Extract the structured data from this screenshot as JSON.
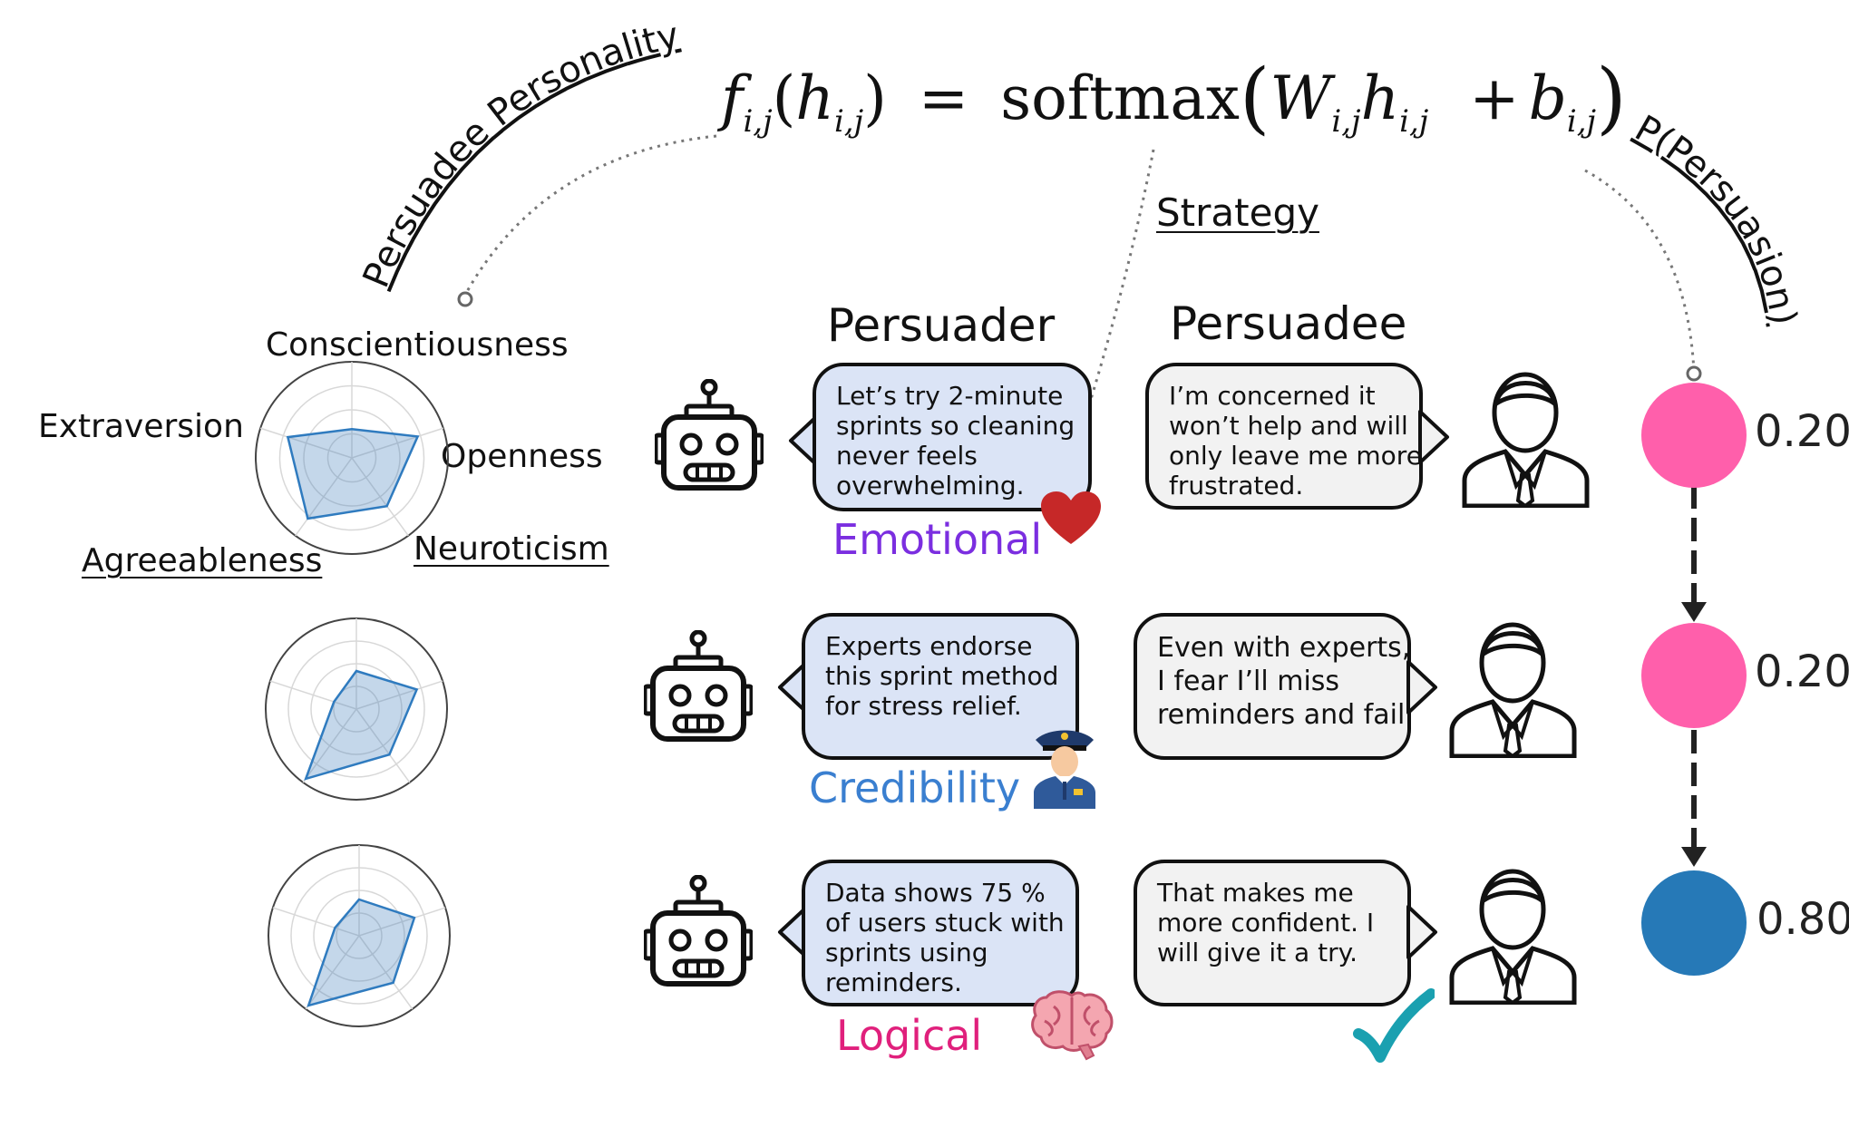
{
  "formula": {
    "lhs_f": "f",
    "lhs_sub": "i,j",
    "lhs_arg": "h",
    "lhs_arg_sub": "i,j",
    "equals": "=",
    "op": "softmax",
    "W": "W",
    "W_sub": "i,j",
    "h": "h",
    "h_sub": "i,j",
    "plus": "+",
    "b": "b",
    "b_sub": "i,j"
  },
  "annotations": {
    "personality": "Persuadee Personality",
    "strategy": "Strategy",
    "persuasion": "P(Persuasion)"
  },
  "headers": {
    "persuader": "Persuader",
    "persuadee": "Persuadee"
  },
  "traits": {
    "conscientiousness": "Conscientiousness",
    "extraversion": "Extraversion",
    "openness": "Openness",
    "agreeableness": "Agreeableness",
    "neuroticism": "Neuroticism"
  },
  "radar_profiles": [
    [
      0.3,
      0.72,
      0.62,
      0.78,
      0.7
    ],
    [
      0.42,
      0.7,
      0.62,
      0.95,
      0.26
    ],
    [
      0.4,
      0.64,
      0.64,
      0.95,
      0.28
    ]
  ],
  "turns": [
    {
      "persuader_lines": [
        "Let’s try 2-minute",
        "sprints so cleaning",
        "never feels",
        "overwhelming."
      ],
      "strategy": "Emotional",
      "strategy_color": "#7b2ee0",
      "strategy_icon": "heart-icon",
      "persuadee_lines": [
        "I’m concerned it",
        "won’t help and will",
        "only leave me more",
        "frustrated."
      ],
      "probability": "0.20",
      "node_color": "#ff5fab"
    },
    {
      "persuader_lines": [
        "Experts endorse",
        "this sprint method",
        "for stress relief."
      ],
      "strategy": "Credibility",
      "strategy_color": "#3a7fd0",
      "strategy_icon": "police-officer-icon",
      "persuadee_lines": [
        "Even with experts,",
        "I fear I’ll miss",
        "reminders and fail."
      ],
      "probability": "0.20",
      "node_color": "#ff5fab"
    },
    {
      "persuader_lines": [
        "Data shows 75 %",
        "of users stuck with",
        "sprints using",
        "reminders."
      ],
      "strategy": "Logical",
      "strategy_color": "#e0207c",
      "strategy_icon": "brain-icon",
      "persuadee_lines": [
        "That makes me",
        "more confident. I",
        "will give it a try."
      ],
      "probability": "0.80",
      "node_color": "#2679b7"
    }
  ],
  "accepted_icon": "checkmark-icon",
  "accepted_color": "#1aa0b0"
}
